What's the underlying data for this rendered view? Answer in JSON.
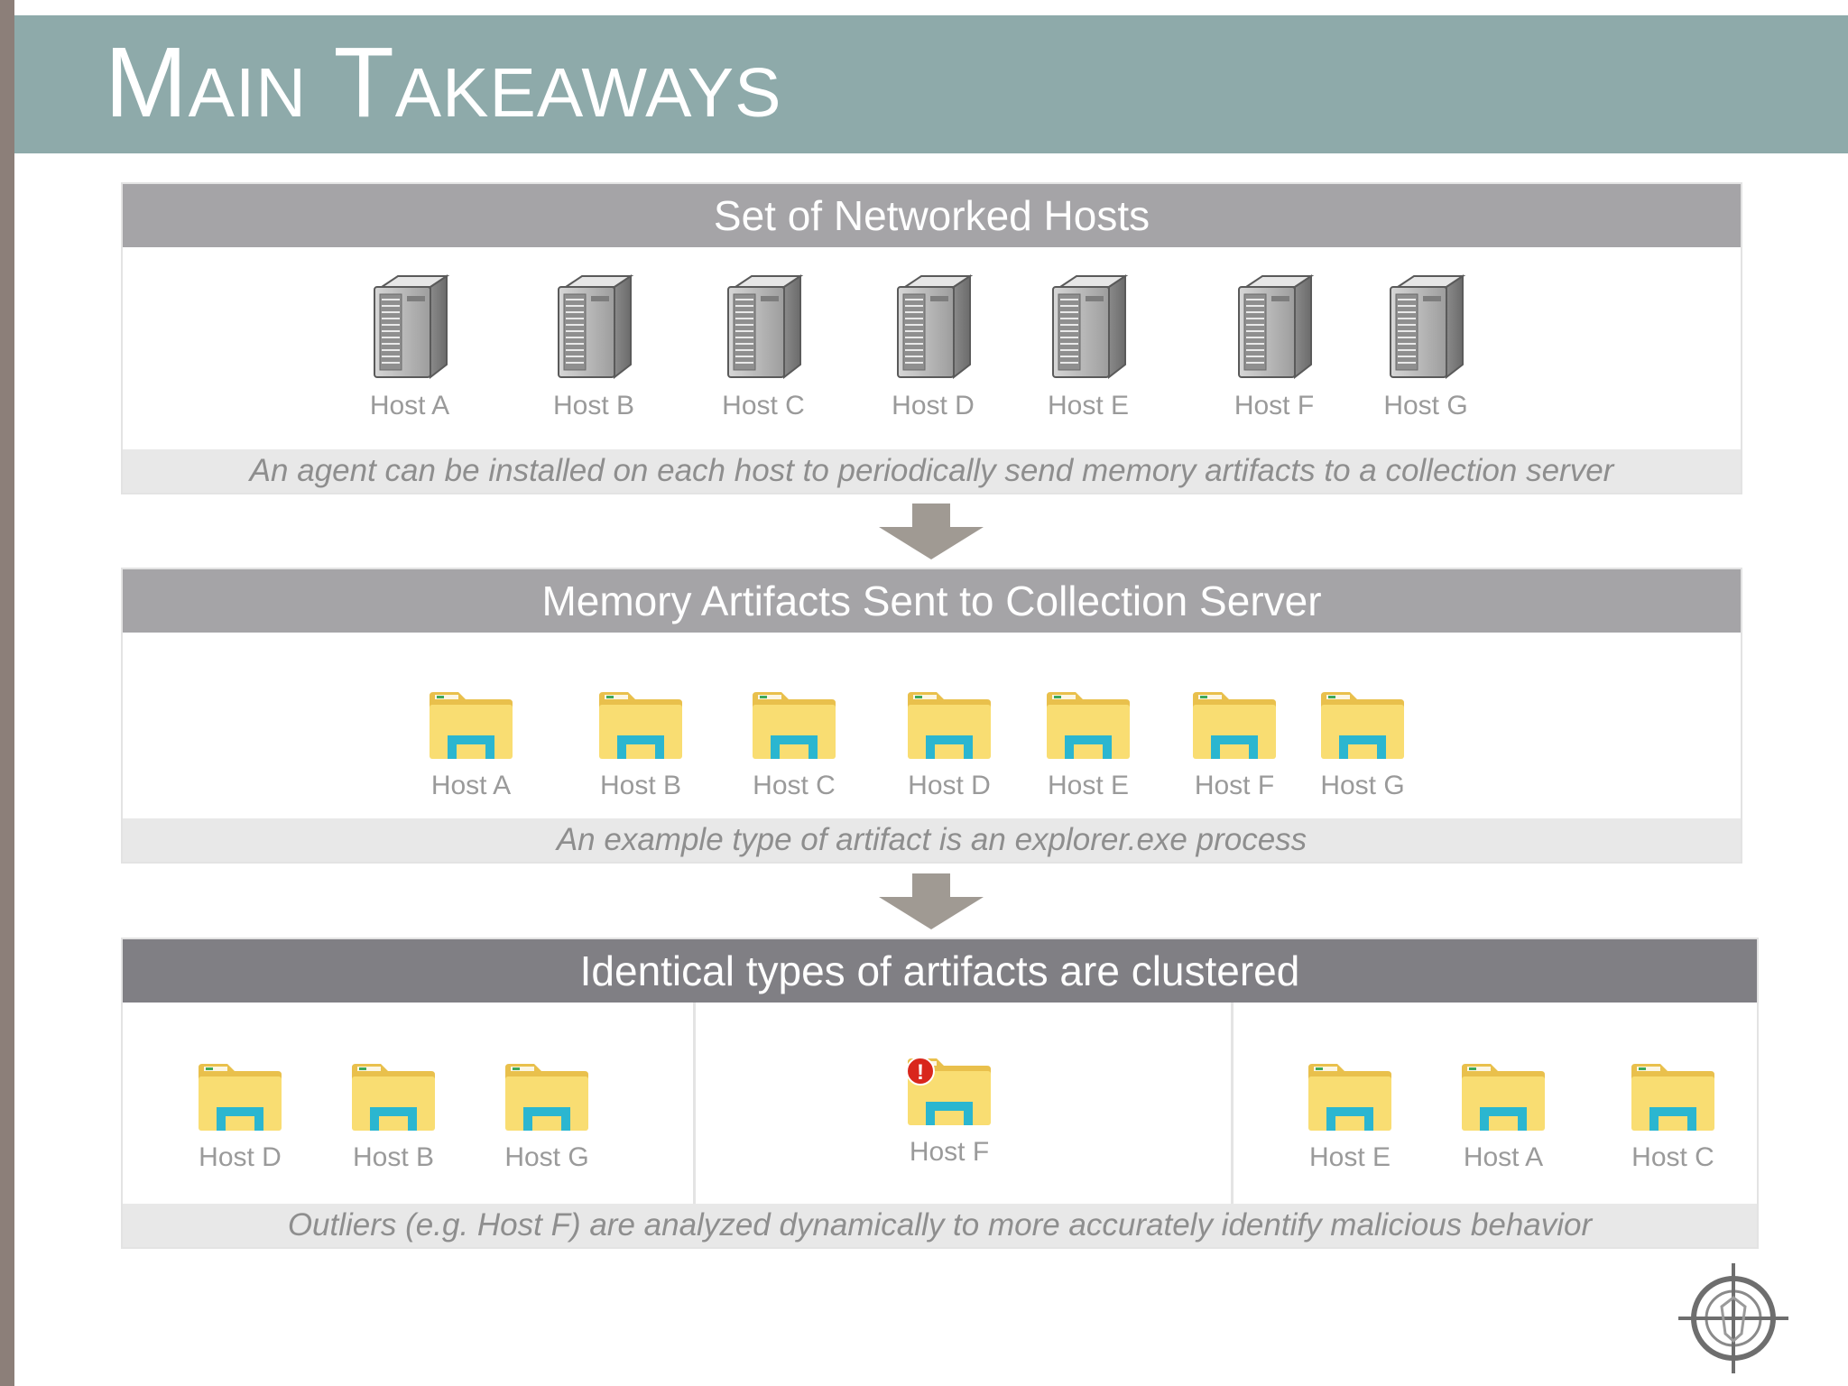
{
  "slide": {
    "title": "Main Takeaways"
  },
  "panel1": {
    "heading": "Set of Networked Hosts",
    "hosts": [
      "Host A",
      "Host B",
      "Host C",
      "Host D",
      "Host E",
      "Host F",
      "Host G"
    ],
    "caption": "An agent can be installed on each host to periodically send memory artifacts to a collection server"
  },
  "panel2": {
    "heading": "Memory Artifacts Sent to Collection Server",
    "artifacts": [
      "Host A",
      "Host B",
      "Host C",
      "Host D",
      "Host E",
      "Host F",
      "Host G"
    ],
    "caption": "An example type of artifact is an explorer.exe process"
  },
  "panel3": {
    "heading": "Identical types of artifacts are clustered",
    "cluster_left": [
      "Host D",
      "Host B",
      "Host G"
    ],
    "cluster_middle": [
      "Host F"
    ],
    "cluster_right": [
      "Host E",
      "Host A",
      "Host C"
    ],
    "caption": "Outliers (e.g. Host F) are analyzed dynamically to more accurately identify malicious behavior"
  },
  "icons": {
    "server": "server-tower-icon",
    "artifact": "explorer-folder-icon",
    "alert": "alert-badge-icon",
    "arrow": "down-arrow-icon",
    "logo": "crosshair-logo-icon"
  },
  "colors": {
    "title_bar": "#8eaaaa",
    "panel_header": "#a5a4a7",
    "panel_header_dark": "#807f84",
    "caption_bg": "#e8e8e8",
    "folder_yellow": "#f9dd72",
    "folder_cyan": "#2bb6d0",
    "alert_red": "#d9261c"
  }
}
